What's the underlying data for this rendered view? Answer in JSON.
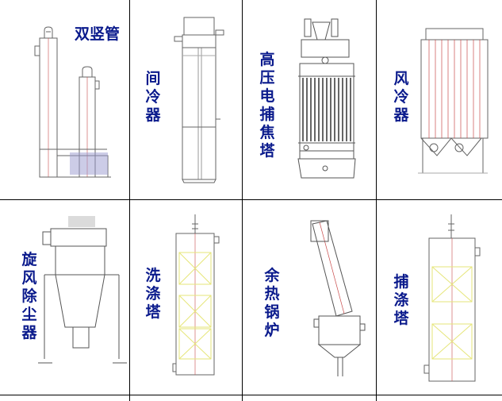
{
  "cells": {
    "shuangshuguan": "双竖管",
    "jianlengqi": "间冷器",
    "gaoya_dianbujiaota": "高压电捕焦塔",
    "fenglengqi": "风冷器",
    "xuanfeng_chuchenqi": "旋风除尘器",
    "xidita": "洗涤塔",
    "yure_guolu": "余热锅炉",
    "budita": "捕涤塔"
  },
  "colors": {
    "label": "#0a1a8c",
    "grid_line": "#000000",
    "drawing_line": "#555555",
    "packing": "#e6e67a",
    "accent_red": "#c84a4a"
  }
}
